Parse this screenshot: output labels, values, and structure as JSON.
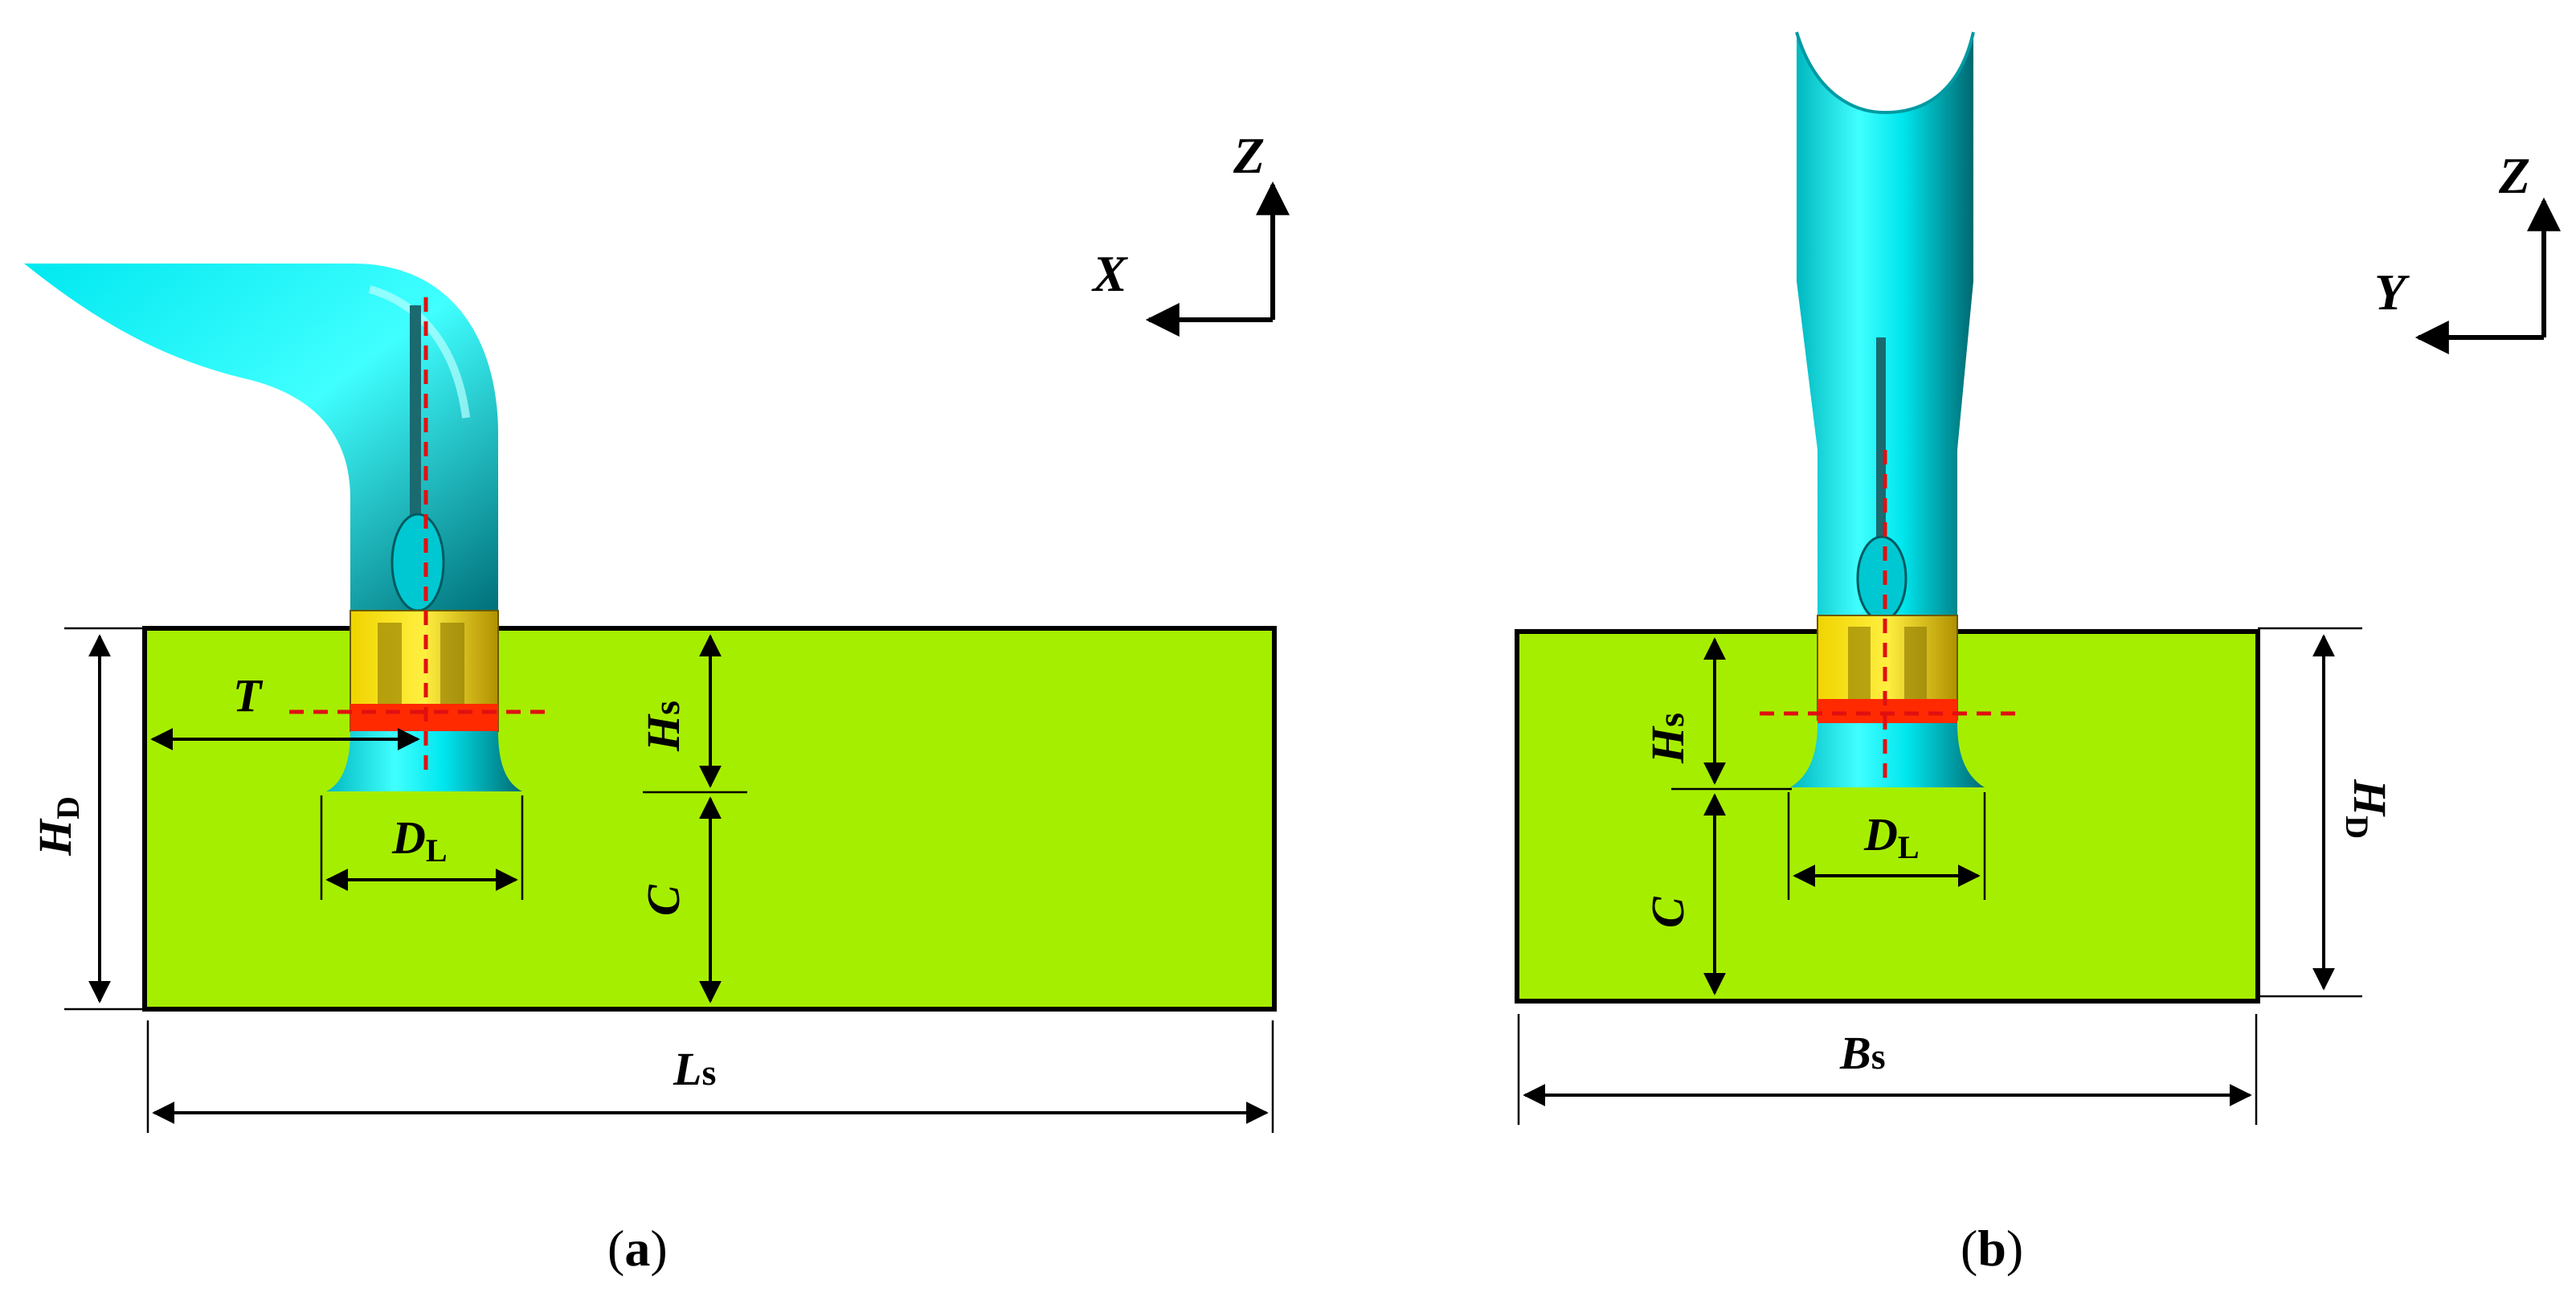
{
  "panel_a": {
    "axes": {
      "vertical": "Z",
      "horizontal": "X"
    },
    "dimensions": {
      "T": "T",
      "Hs": "H",
      "Hs_sub": "s",
      "HD": "H",
      "HD_sub": "D",
      "DL": "D",
      "DL_sub": "L",
      "C": "C",
      "Ls": "L",
      "Ls_sub": "s"
    },
    "caption_open": "(",
    "caption_letter": "a",
    "caption_close": ")"
  },
  "panel_b": {
    "axes": {
      "vertical": "Z",
      "horizontal": "Y"
    },
    "dimensions": {
      "Hs": "H",
      "Hs_sub": "s",
      "HD": "H",
      "HD_sub": "D",
      "DL": "D",
      "DL_sub": "L",
      "C": "C",
      "Bs": "B",
      "Bs_sub": "s"
    },
    "caption_open": "(",
    "caption_letter": "b",
    "caption_close": ")"
  },
  "colors": {
    "tank": "#a6ee00",
    "pipe": "#00e8f0",
    "impeller": "#f5e21a",
    "impeller_band": "#ff2a00",
    "centerline": "#e01010"
  }
}
